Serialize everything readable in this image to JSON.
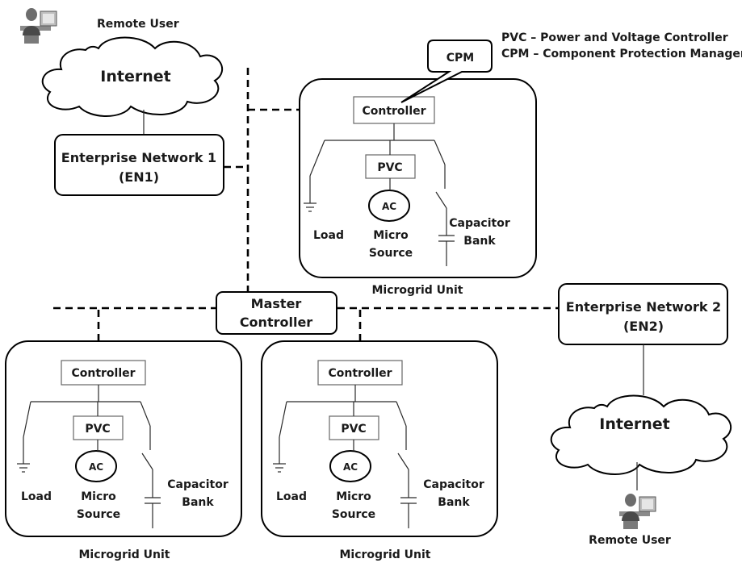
{
  "legend": {
    "pvc": "PVC – Power and Voltage Controller",
    "cpm": "CPM – Component Protection Manager"
  },
  "remote_user_top": {
    "label": "Remote User",
    "icon": "user-at-computer-icon"
  },
  "remote_user_bottom": {
    "label": "Remote User",
    "icon": "user-at-computer-icon"
  },
  "internet_top": {
    "label": "Internet"
  },
  "internet_bottom": {
    "label": "Internet"
  },
  "en1": {
    "line1": "Enterprise Network 1",
    "line2": "(EN1)"
  },
  "en2": {
    "line1": "Enterprise Network 2",
    "line2": "(EN2)"
  },
  "master": {
    "line1": "Master",
    "line2": "Controller"
  },
  "cpm_callout": {
    "label": "CPM"
  },
  "microgrid_units": [
    {
      "controller": "Controller",
      "pvc": "PVC",
      "ac": "AC",
      "load": "Load",
      "source_line1": "Micro",
      "source_line2": "Source",
      "cap_line1": "Capacitor",
      "cap_line2": "Bank",
      "caption": "Microgrid Unit"
    },
    {
      "controller": "Controller",
      "pvc": "PVC",
      "ac": "AC",
      "load": "Load",
      "source_line1": "Micro",
      "source_line2": "Source",
      "cap_line1": "Capacitor",
      "cap_line2": "Bank",
      "caption": "Microgrid Unit"
    },
    {
      "controller": "Controller",
      "pvc": "PVC",
      "ac": "AC",
      "load": "Load",
      "source_line1": "Micro",
      "source_line2": "Source",
      "cap_line1": "Capacitor",
      "cap_line2": "Bank",
      "caption": "Microgrid Unit"
    }
  ]
}
